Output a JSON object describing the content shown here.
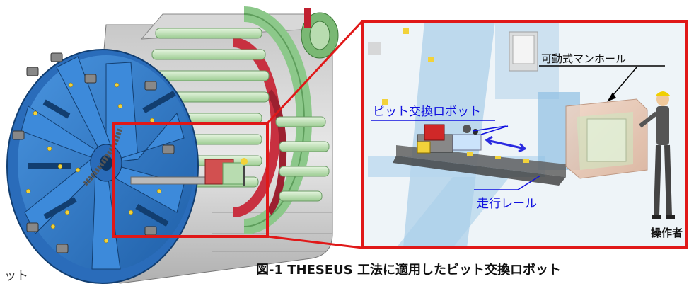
{
  "labels": {
    "manhole": "可動式マンホール",
    "robot": "ビット交換ロボット",
    "rail": "走行レール",
    "operator": "操作者"
  },
  "caption": "図-1  THESEUS 工法に適用したビット交換ロボット",
  "fragment": "ット",
  "colors": {
    "frame_red": "#e01818",
    "cutter_blue": "#2f7ad0",
    "label_blue": "#1010e0",
    "jack_green": "#b8dcb0",
    "ring_red": "#c83040"
  }
}
